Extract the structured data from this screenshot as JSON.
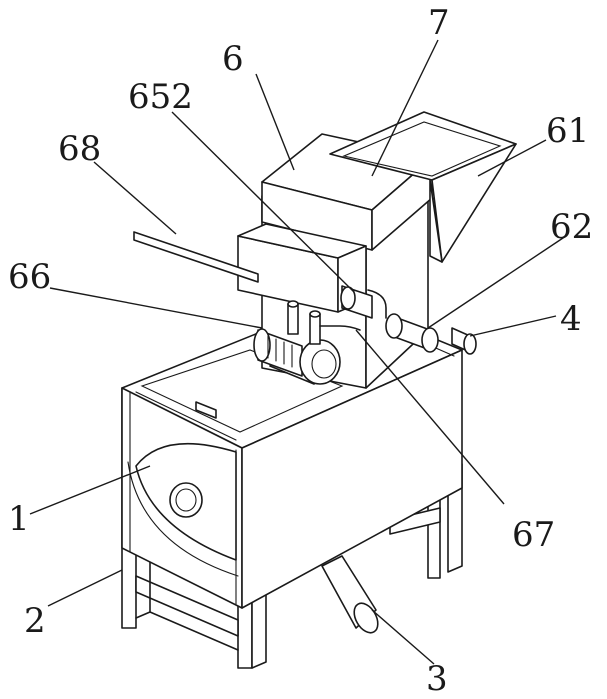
{
  "labels": {
    "n1": "1",
    "n2": "2",
    "n3": "3",
    "n4": "4",
    "n6": "6",
    "n7": "7",
    "n61": "61",
    "n62": "62",
    "n66": "66",
    "n67": "67",
    "n68": "68",
    "n652": "652"
  }
}
